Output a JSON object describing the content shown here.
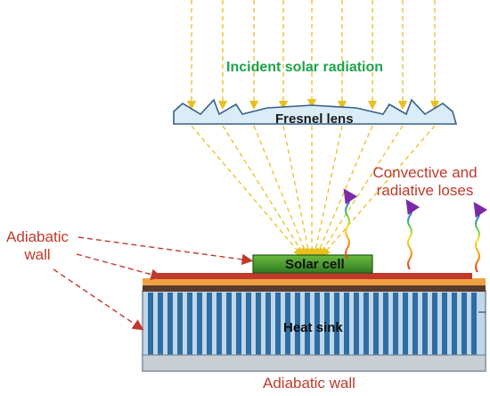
{
  "labels": {
    "incident": "Incident solar radiation",
    "lens": "Fresnel lens",
    "convective": "Convective and radiative loses",
    "adiabatic_left": "Adiabatic wall",
    "solar_cell": "Solar cell",
    "heat_sink": "Heat sink",
    "adiabatic_bottom": "Adiabatic wall"
  },
  "colors": {
    "ray": "#e8c020",
    "lens_fill": "#d9ecf7",
    "lens_stroke": "#3a5f86",
    "cell_fill": "#3e8f2a",
    "orange_layer": "#f0a040",
    "red_layer": "#c0392b",
    "dark_layer": "#5a3a2a",
    "sink_stripe_dark": "#2f6da3",
    "sink_stripe_light": "#bfd7ea",
    "sink_border": "#7b8a99",
    "label_red": "#c0392b",
    "label_green": "#1fa24a"
  }
}
